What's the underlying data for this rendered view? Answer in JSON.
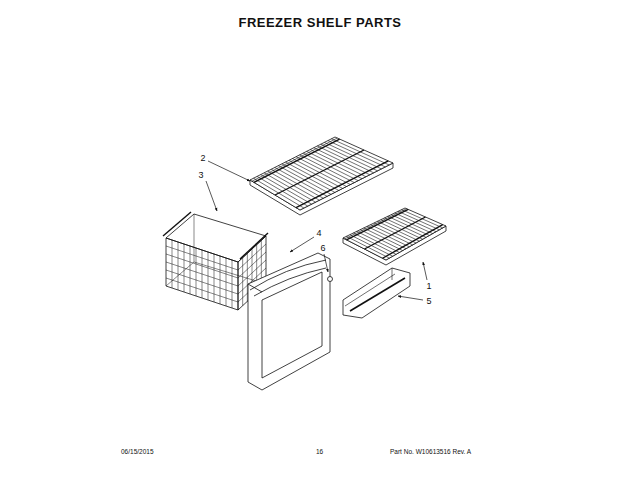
{
  "diagram": {
    "title": "FREEZER SHELF PARTS",
    "labels": [
      "2",
      "3",
      "4",
      "6",
      "1",
      "5",
      "06/15/2015",
      "16",
      "Part No. W10613516  Rev. A"
    ]
  }
}
